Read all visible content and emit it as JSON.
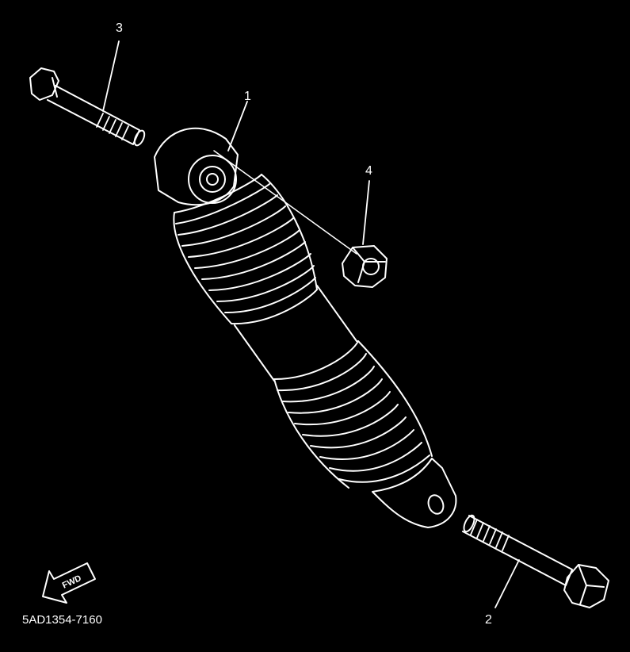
{
  "diagram": {
    "background_color": "#000000",
    "line_color": "#ffffff",
    "callouts": [
      {
        "id": "1",
        "label": "1"
      },
      {
        "id": "2",
        "label": "2"
      },
      {
        "id": "3",
        "label": "3"
      },
      {
        "id": "4",
        "label": "4"
      }
    ],
    "fwd_label": "FWD",
    "part_code": "5AD1354-7160"
  }
}
